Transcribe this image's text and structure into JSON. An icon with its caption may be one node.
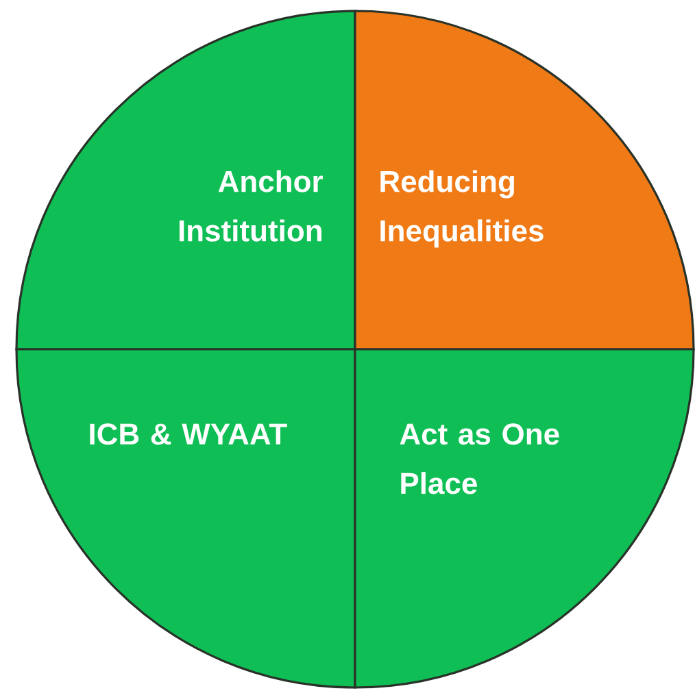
{
  "diagram": {
    "nodes": [
      {
        "text": [
          "Anchor Institution"
        ]
      },
      {
        "text": [
          "Reducing Inequalities"
        ]
      },
      {
        "text": [
          "ICB & WYAAT"
        ]
      },
      {
        "text": [
          "Act as One Place"
        ]
      }
    ]
  }
}
